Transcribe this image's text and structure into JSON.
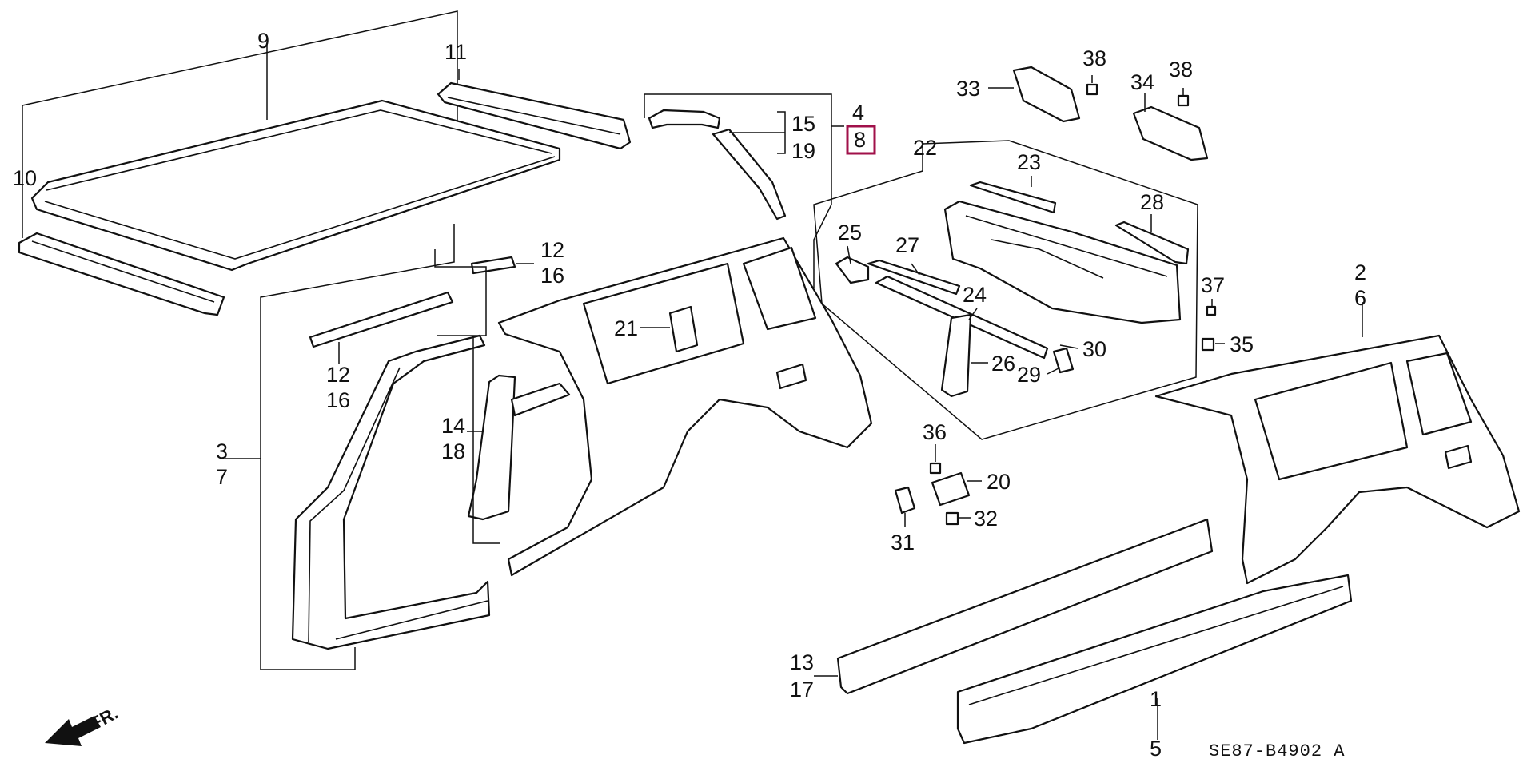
{
  "diagram": {
    "code": "SE87-B4902 A",
    "direction_label": "FR.",
    "highlight_color": "#a0104a",
    "highlighted_label": "8",
    "labels": {
      "l9": "9",
      "l11": "11",
      "l10": "10",
      "l4": "4",
      "l8": "8",
      "l15": "15",
      "l19": "19",
      "l22": "22",
      "l23": "23",
      "l28": "28",
      "l25": "25",
      "l27": "27",
      "l24": "24",
      "l26": "26",
      "l29": "29",
      "l30": "30",
      "l33": "33",
      "l38a": "38",
      "l34": "34",
      "l38b": "38",
      "l12a": "12",
      "l16a": "16",
      "l12b": "12",
      "l16b": "16",
      "l21": "21",
      "l3": "3",
      "l7": "7",
      "l14": "14",
      "l18": "18",
      "l36": "36",
      "l20": "20",
      "l31": "31",
      "l32": "32",
      "l37": "37",
      "l35": "35",
      "l2": "2",
      "l6": "6",
      "l13": "13",
      "l17": "17",
      "l1": "1",
      "l5": "5"
    }
  }
}
